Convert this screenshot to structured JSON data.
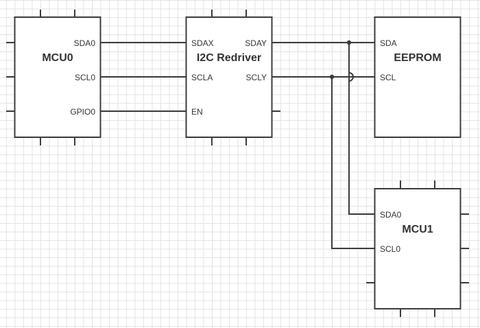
{
  "components": {
    "mcu0": {
      "title": "MCU0",
      "pins": {
        "sda": "SDA0",
        "scl": "SCL0",
        "gpio": "GPIO0"
      }
    },
    "redriver": {
      "title": "I2C Redriver",
      "pins": {
        "sdax": "SDAX",
        "scla": "SCLA",
        "en": "EN",
        "sday": "SDAY",
        "scly": "SCLY"
      }
    },
    "eeprom": {
      "title": "EEPROM",
      "pins": {
        "sda": "SDA",
        "scl": "SCL"
      }
    },
    "mcu1": {
      "title": "MCU1",
      "pins": {
        "sda": "SDA0",
        "scl": "SCL0"
      }
    }
  },
  "connections": [
    {
      "from": "MCU0.SDA0",
      "to": "I2C Redriver.SDAX"
    },
    {
      "from": "MCU0.SCL0",
      "to": "I2C Redriver.SCLA"
    },
    {
      "from": "MCU0.GPIO0",
      "to": "I2C Redriver.EN"
    },
    {
      "from": "I2C Redriver.SDAY",
      "to": [
        "EEPROM.SDA",
        "MCU1.SDA0"
      ]
    },
    {
      "from": "I2C Redriver.SCLY",
      "to": [
        "EEPROM.SCL",
        "MCU1.SCL0"
      ]
    }
  ],
  "colors": {
    "line": "#3b3b3b",
    "text": "#333333",
    "grid": "#e3e3e3",
    "background": "#ffffff"
  }
}
